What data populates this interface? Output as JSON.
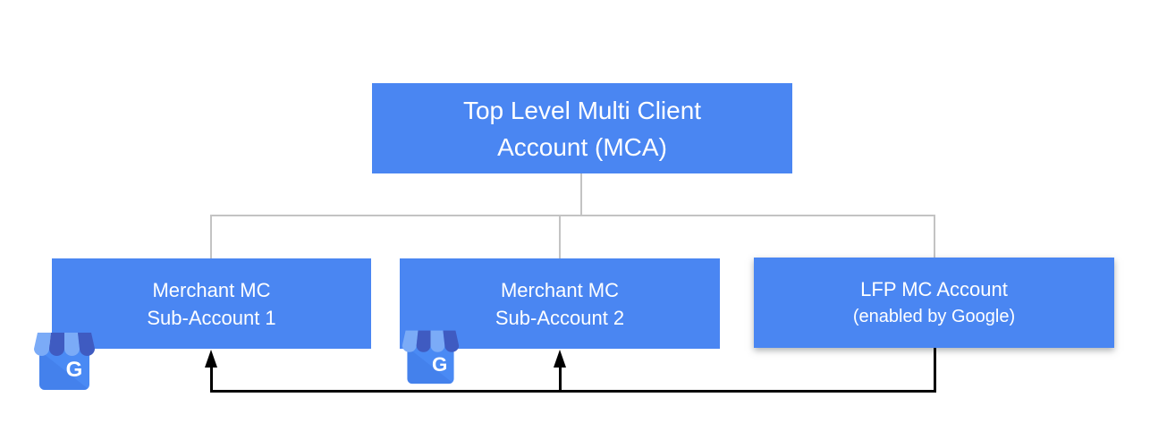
{
  "boxes": {
    "root": {
      "line1": "Top Level Multi Client",
      "line2": "Account (MCA)"
    },
    "child1": {
      "line1": "Merchant MC",
      "line2": "Sub-Account 1"
    },
    "child2": {
      "line1": "Merchant MC",
      "line2": "Sub-Account 2"
    },
    "child3": {
      "line1": "LFP MC Account",
      "line2": "(enabled by Google)"
    }
  },
  "icons": {
    "business_profile": {
      "name": "google-business-profile-icon",
      "letter": "G"
    }
  },
  "colors": {
    "box_fill": "#4a86f2",
    "box_text": "#ffffff",
    "connector_gray": "#c3c3c3",
    "arrow_black": "#000000",
    "icon_body": "#4a8af4",
    "icon_body_shade": "#3e76e3",
    "icon_awning_light": "#7babf7",
    "icon_awning_dark": "#3f5bc1",
    "icon_letter": "#ffffff",
    "background": "#ffffff"
  }
}
